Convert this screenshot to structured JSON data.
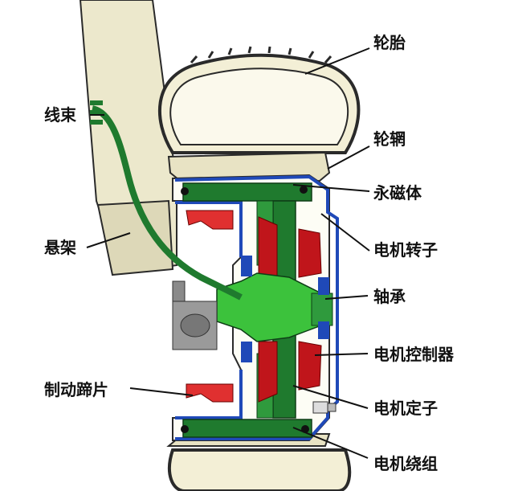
{
  "labels": {
    "tire": "轮胎",
    "rim": "轮辋",
    "permanent_magnet": "永磁体",
    "motor_rotor": "电机转子",
    "bearing": "轴承",
    "motor_controller": "电机控制器",
    "motor_stator": "电机定子",
    "motor_winding": "电机绕组",
    "wire_harness": "线束",
    "suspension": "悬架",
    "brake_shoe": "制动蹄片"
  },
  "colors": {
    "tire_fill": "#f3efd6",
    "outline": "#2a2a2a",
    "stator_green": "#1f7a2e",
    "shaft_green": "#3cc23c",
    "magnet_red": "#c0151b",
    "rotor_blue": "#1f49b8",
    "brake_red": "#e03030",
    "suspension_fill": "#ece8cc",
    "hardware_gray": "#8a8a8a"
  }
}
